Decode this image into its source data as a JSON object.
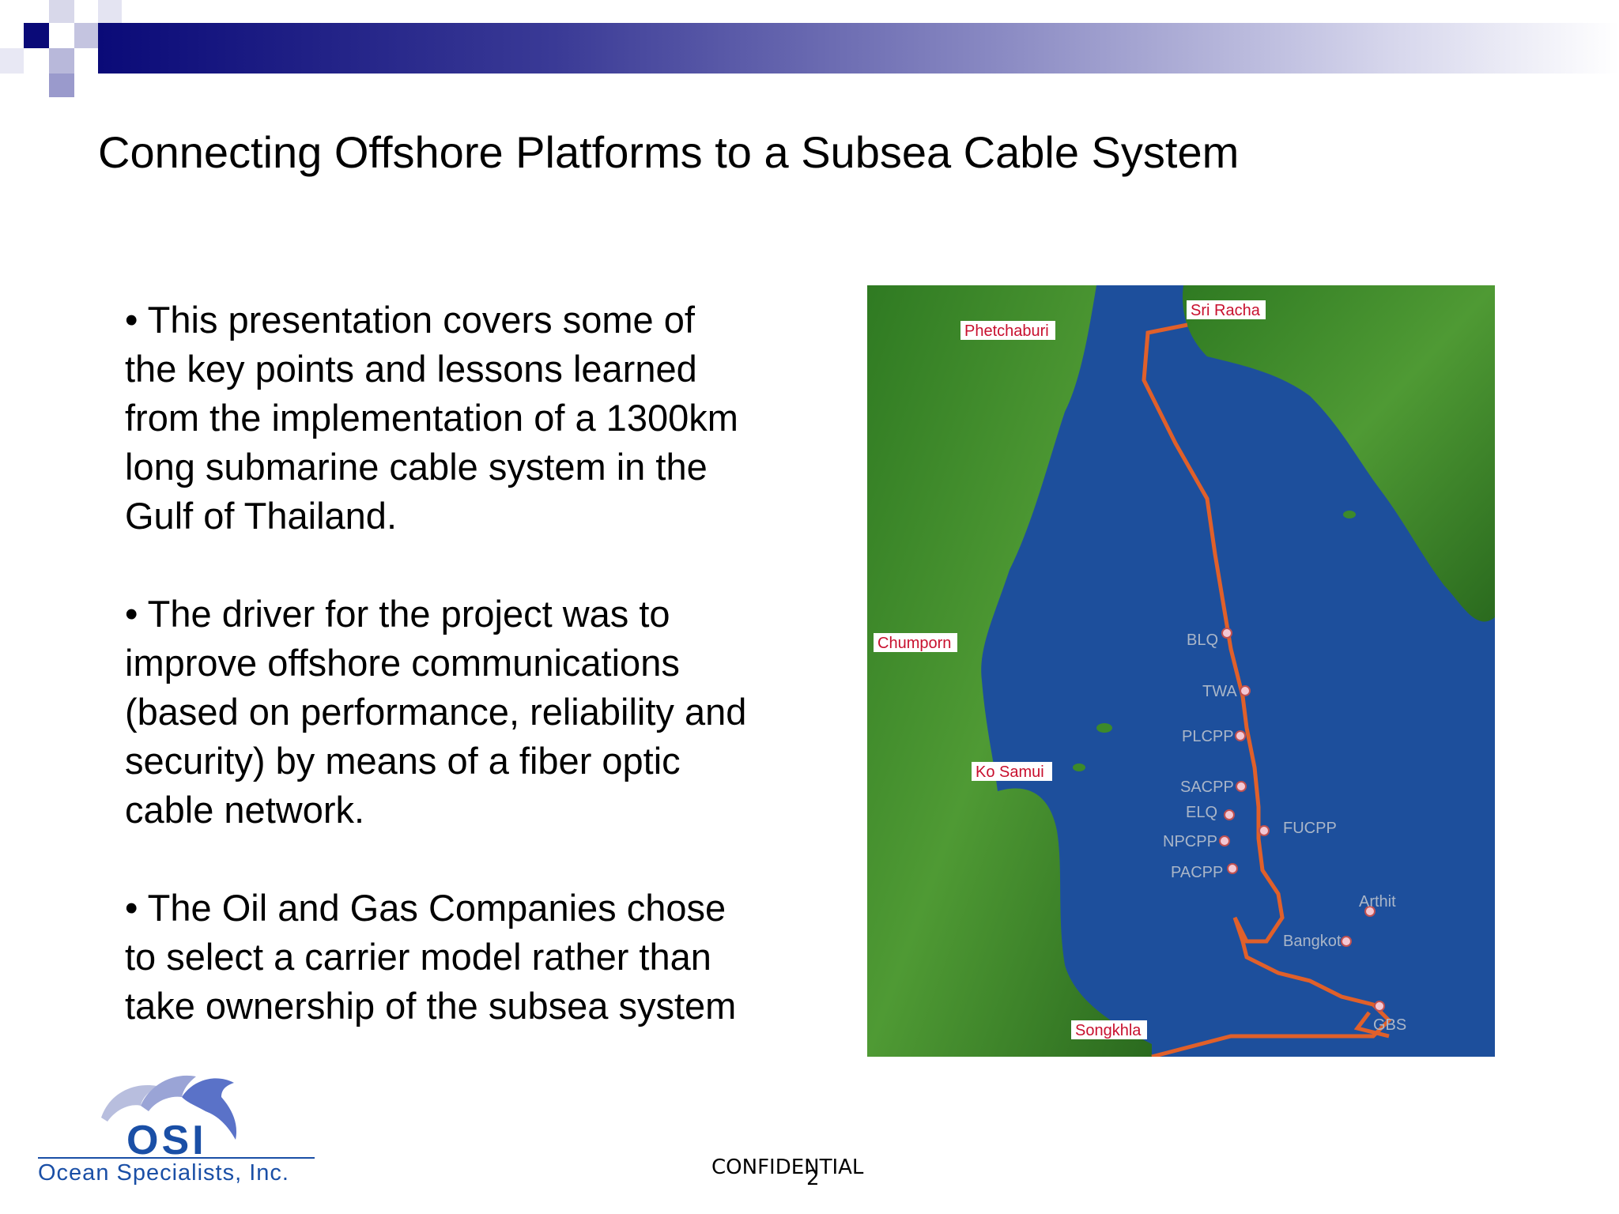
{
  "slide": {
    "title": "Connecting Offshore Platforms to a Subsea Cable System",
    "bullets": [
      "•  This presentation covers some of\nthe key points and lessons learned\nfrom the implementation of a 1300km\nlong submarine cable system in the\nGulf of Thailand.",
      "• The driver for the project was to\nimprove offshore communications\n(based on performance, reliability and\nsecurity) by means of a fiber optic\ncable network.",
      "• The Oil and Gas Companies chose\nto select a carrier model rather than\ntake ownership of the subsea system"
    ]
  },
  "map": {
    "city_labels": [
      "Phetchaburi",
      "Sri Racha",
      "Chumporn",
      "Ko Samui",
      "Songkhla"
    ],
    "platform_labels": [
      "BLQ",
      "TWA",
      "PLCPP",
      "SACPP",
      "ELQ",
      "FUCPP",
      "NPCPP",
      "PACPP",
      "Arthit",
      "Bangkot",
      "GBS"
    ],
    "colors": {
      "sea": "#1d4f9c",
      "land": "#3d8a2a",
      "cable": "#e0602a",
      "label_red": "#c8102e",
      "node": "#f4c8d4"
    }
  },
  "logo": {
    "acronym": "OSI",
    "name": "Ocean Specialists, Inc.",
    "icon": "dolphins-logo-icon"
  },
  "footer": {
    "confidential": "CONFIDENTIAL",
    "page_number": "2"
  }
}
